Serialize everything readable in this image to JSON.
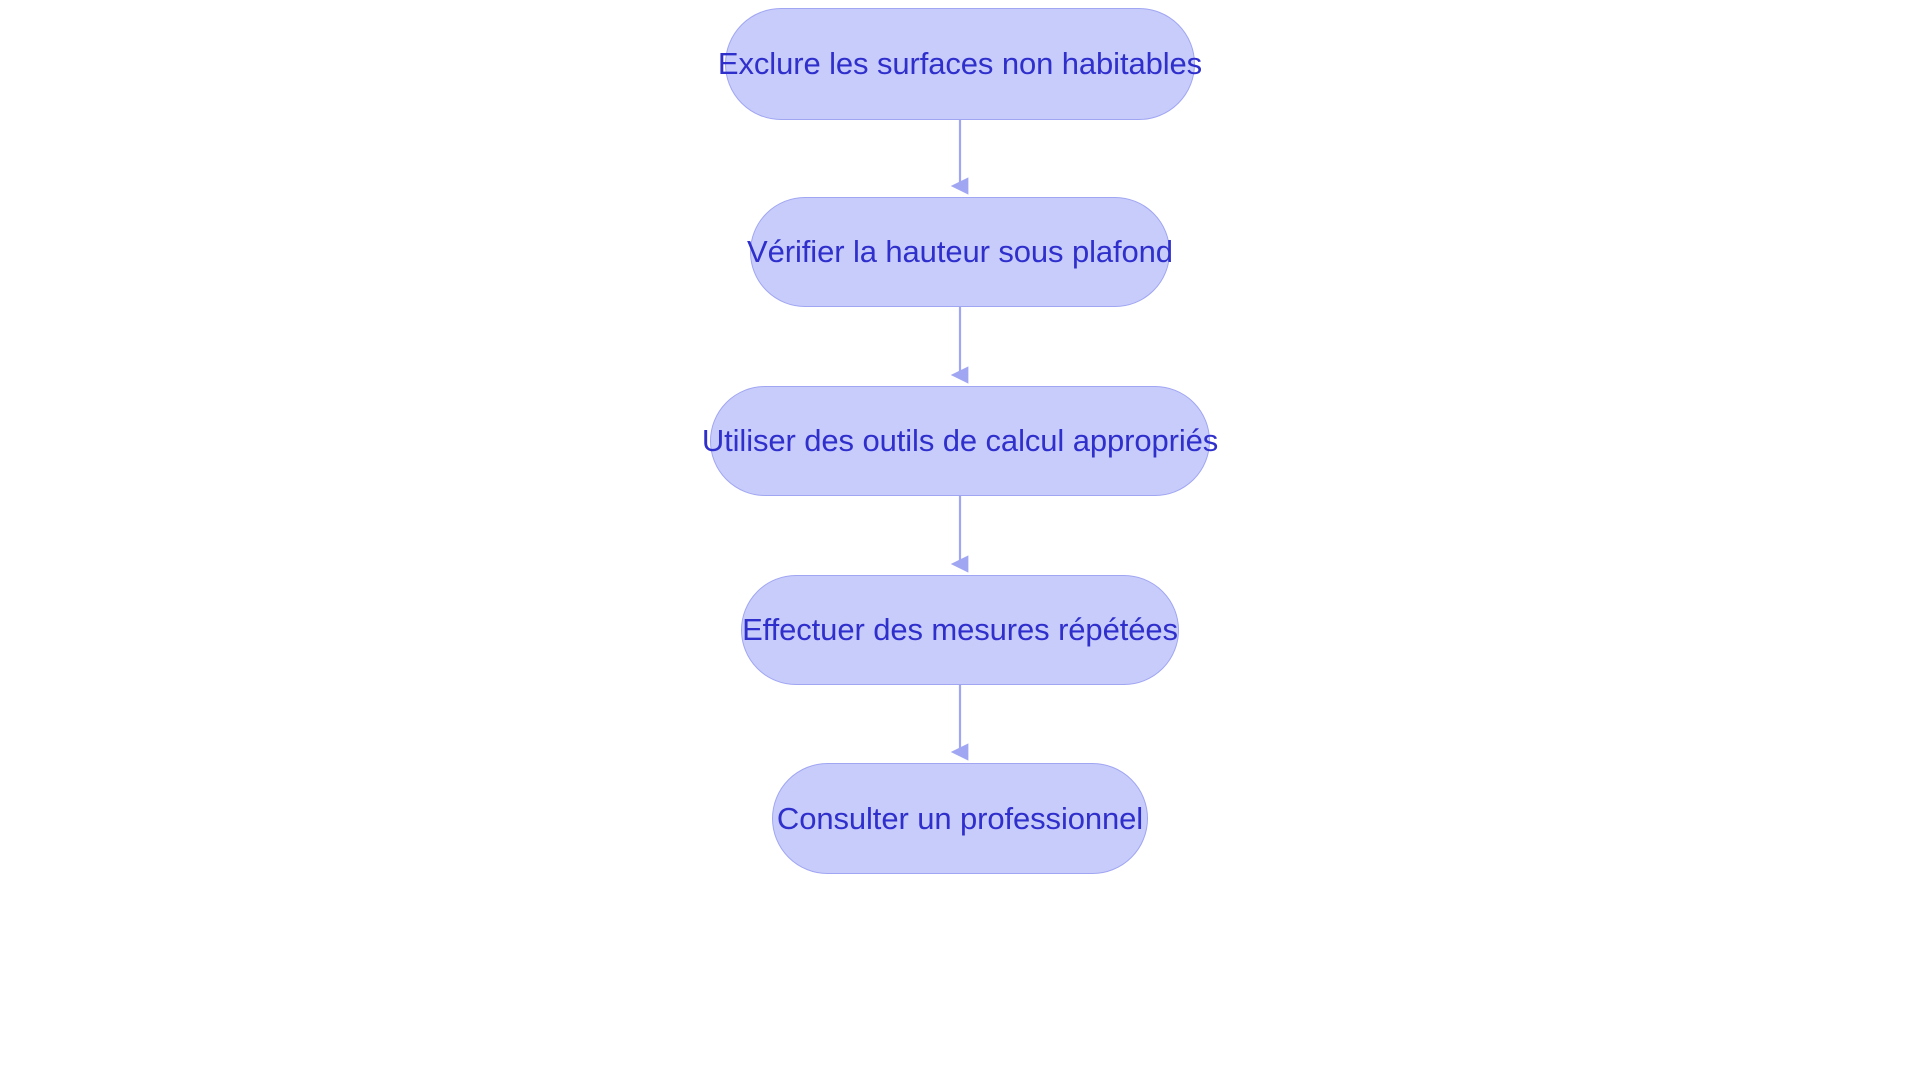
{
  "diagram": {
    "type": "flowchart",
    "orientation": "top-to-bottom",
    "title": "",
    "background_color": "#ffffff",
    "node_fill_color": "#c8ccfb",
    "node_border_color": "#a0a6f2",
    "node_text_color": "#2f2fcc",
    "edge_color": "#a0a6f2",
    "node_shape": "stadium",
    "nodes": [
      {
        "id": "n0",
        "label": "Exclure les surfaces non habitables"
      },
      {
        "id": "n1",
        "label": "Vérifier la hauteur sous plafond"
      },
      {
        "id": "n2",
        "label": "Utiliser des outils de calcul appropriés"
      },
      {
        "id": "n3",
        "label": "Effectuer des mesures répétées"
      },
      {
        "id": "n4",
        "label": "Consulter un professionnel"
      }
    ],
    "edges": [
      {
        "from": "n0",
        "to": "n1",
        "label": "",
        "arrow": "down"
      },
      {
        "from": "n1",
        "to": "n2",
        "label": "",
        "arrow": "down"
      },
      {
        "from": "n2",
        "to": "n3",
        "label": "",
        "arrow": "down"
      },
      {
        "from": "n3",
        "to": "n4",
        "label": "",
        "arrow": "down"
      }
    ]
  }
}
